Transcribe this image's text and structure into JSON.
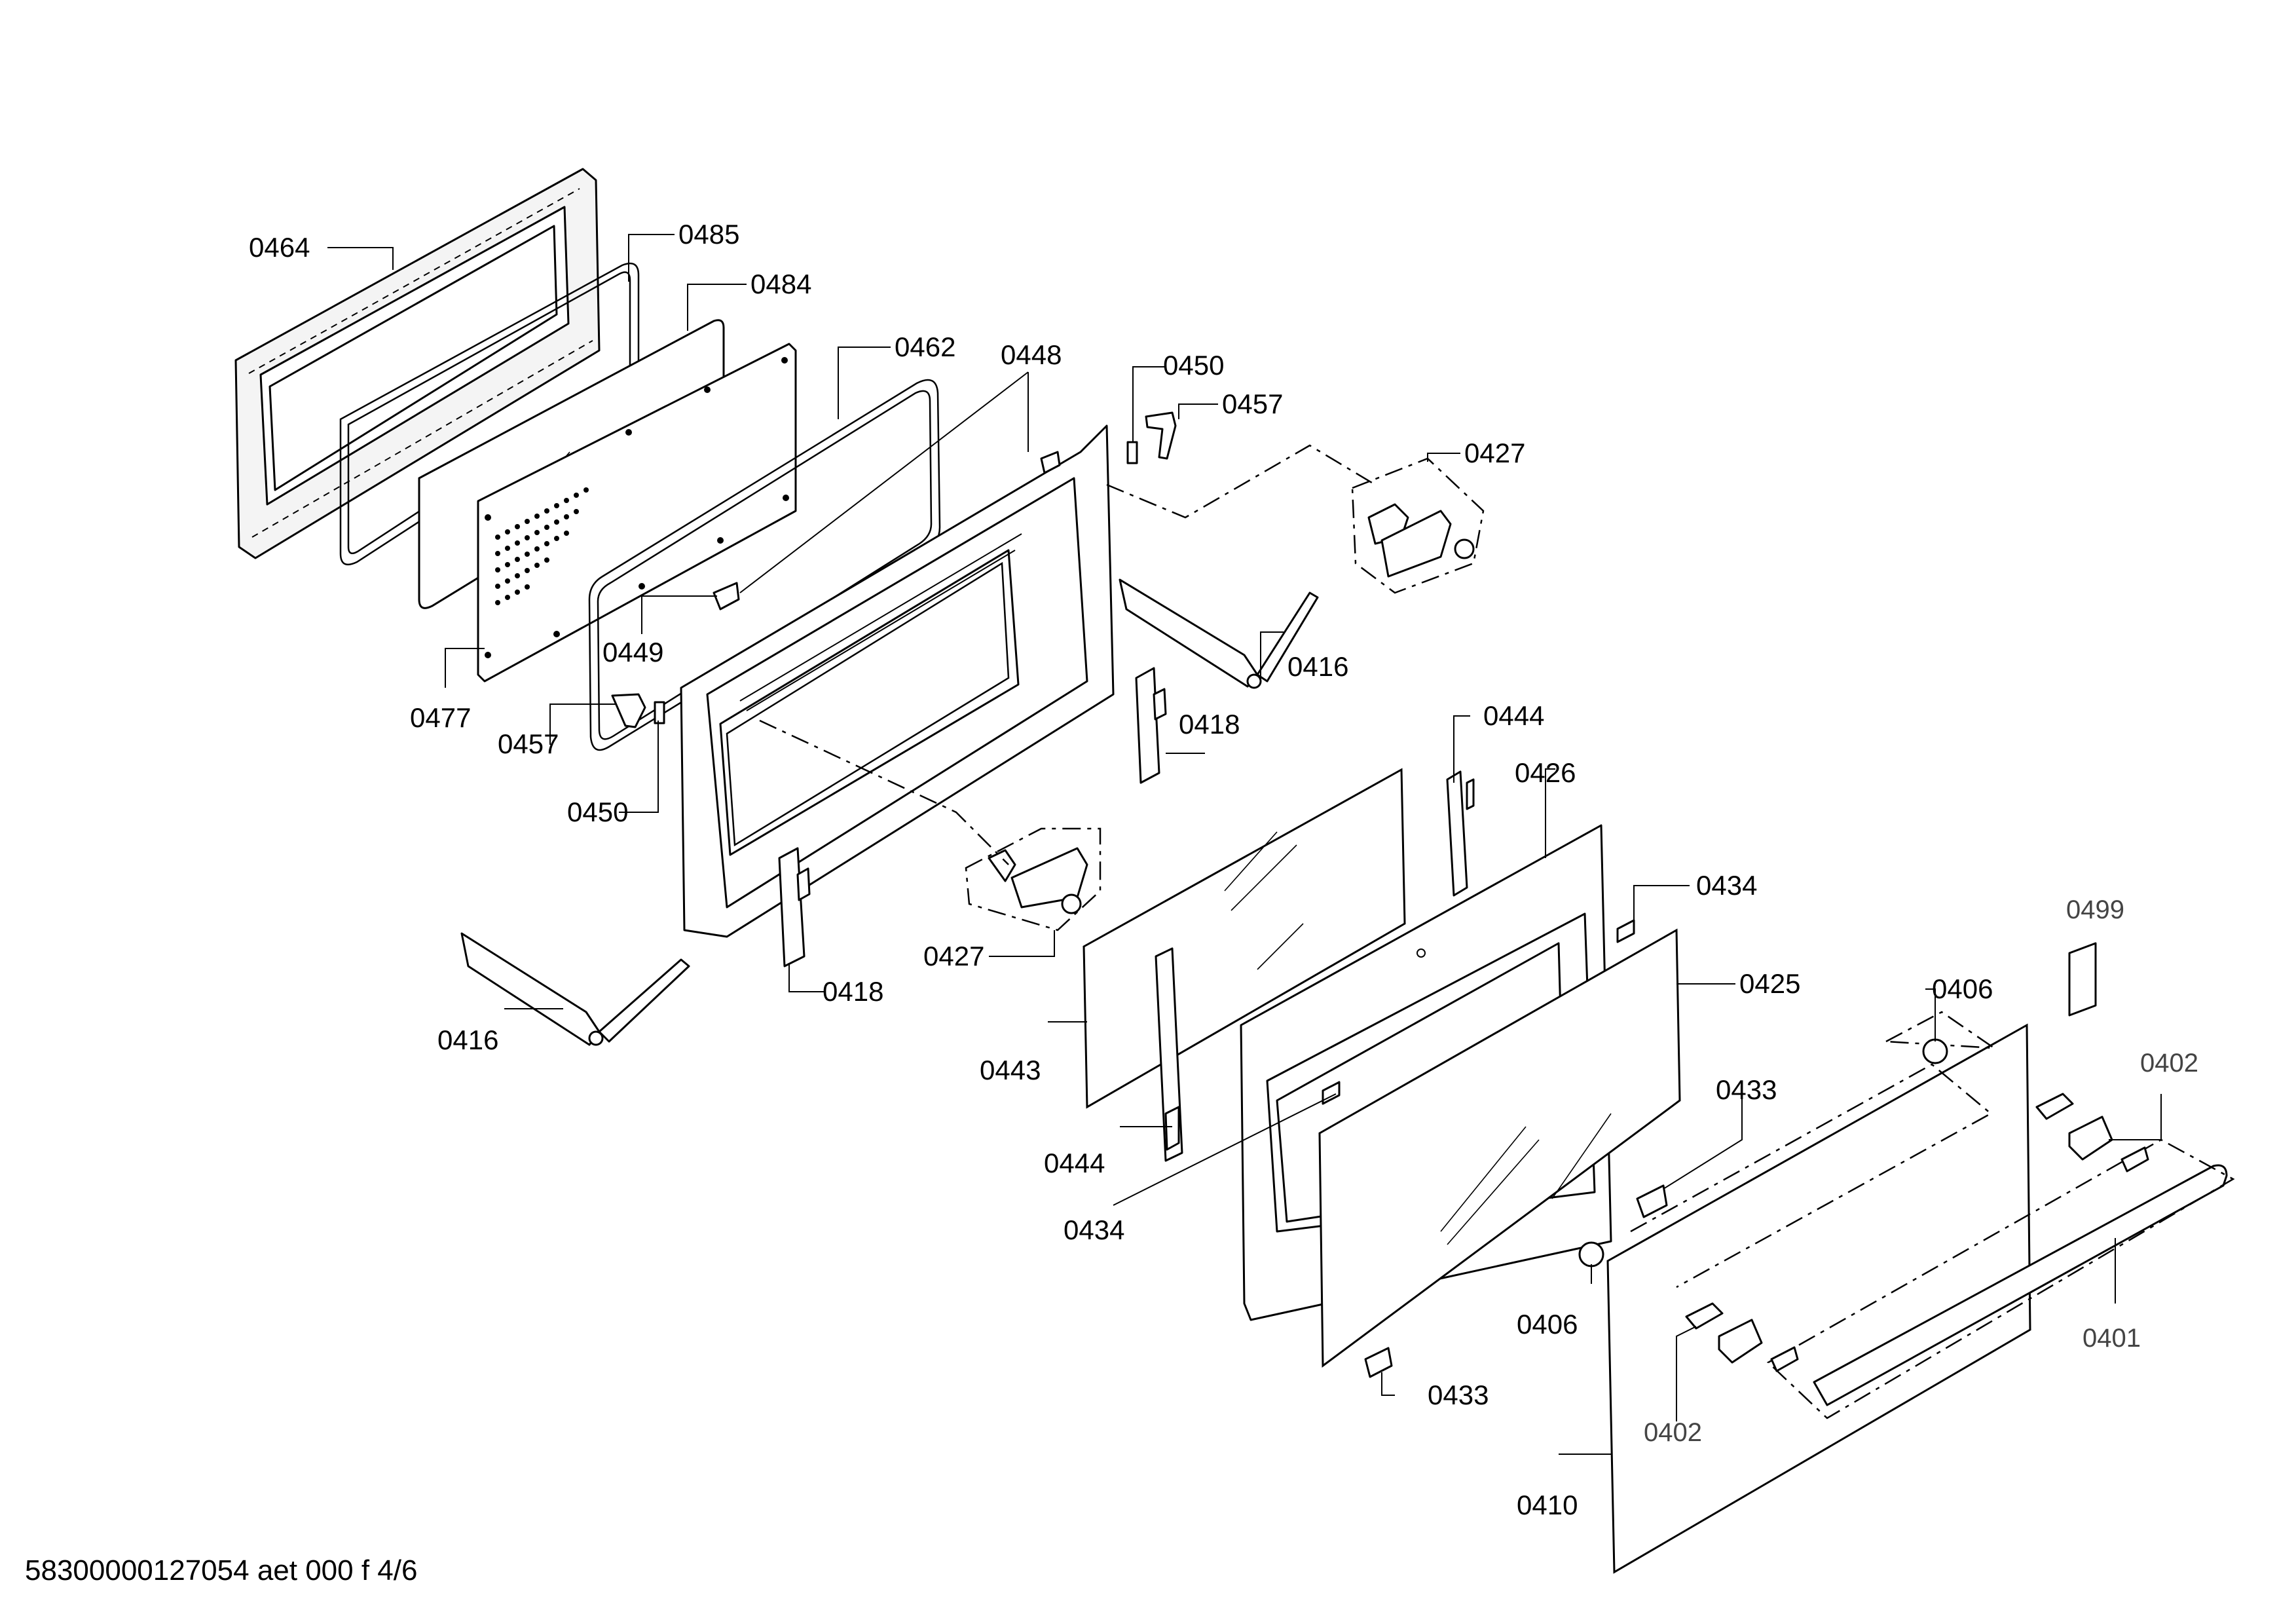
{
  "labels": {
    "p0464": "0464",
    "p0485": "0485",
    "p0484": "0484",
    "p0462": "0462",
    "p0448": "0448",
    "p0450_top": "0450",
    "p0457_top": "0457",
    "p0427_top": "0427",
    "p0449": "0449",
    "p0477": "0477",
    "p0457_left": "0457",
    "p0450_left": "0450",
    "p0416_right": "0416",
    "p0418_right": "0418",
    "p0444_top": "0444",
    "p0426": "0426",
    "p0434_right": "0434",
    "p0427_mid": "0427",
    "p0418_left": "0418",
    "p0416_left": "0416",
    "p0443": "0443",
    "p0444_bottom": "0444",
    "p0434_bottom": "0434",
    "p0425": "0425",
    "p0433_top": "0433",
    "p0433_bottom": "0433",
    "p0499": "0499",
    "p0406_top": "0406",
    "p0402_right": "0402",
    "p0406_bottom": "0406",
    "p0402_bottom": "0402",
    "p0401": "0401",
    "p0410": "0410"
  },
  "footer": "58300000127054 aet 000 f 4/6"
}
